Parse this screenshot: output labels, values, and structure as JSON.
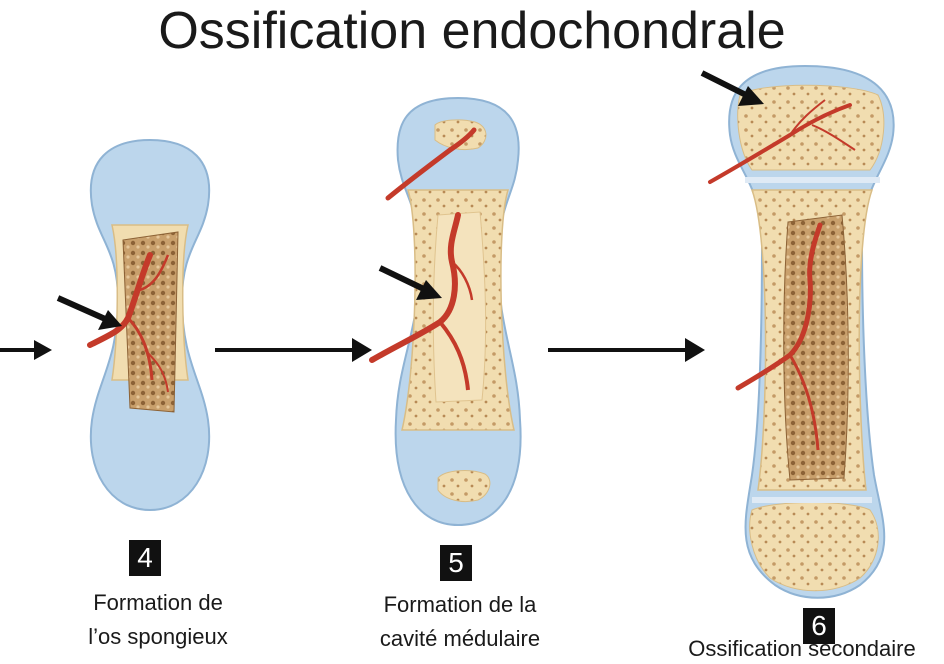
{
  "title": "Ossification endochondrale",
  "stages": [
    {
      "number": "4",
      "caption_line1": "Formation de",
      "caption_line2": "l’os spongieux"
    },
    {
      "number": "5",
      "caption_line1": "Formation de la",
      "caption_line2": "cavité médulaire"
    },
    {
      "number": "6",
      "caption_line1": "Ossification secondaire"
    }
  ],
  "colors": {
    "cartilage": "#bcd6ec",
    "cartilage_edge": "#8fb3d4",
    "bone": "#f1ddb0",
    "bone_edge": "#d9bd86",
    "spongy": "#b48a5a",
    "vessel": "#c43a2a",
    "arrow": "#111111"
  }
}
